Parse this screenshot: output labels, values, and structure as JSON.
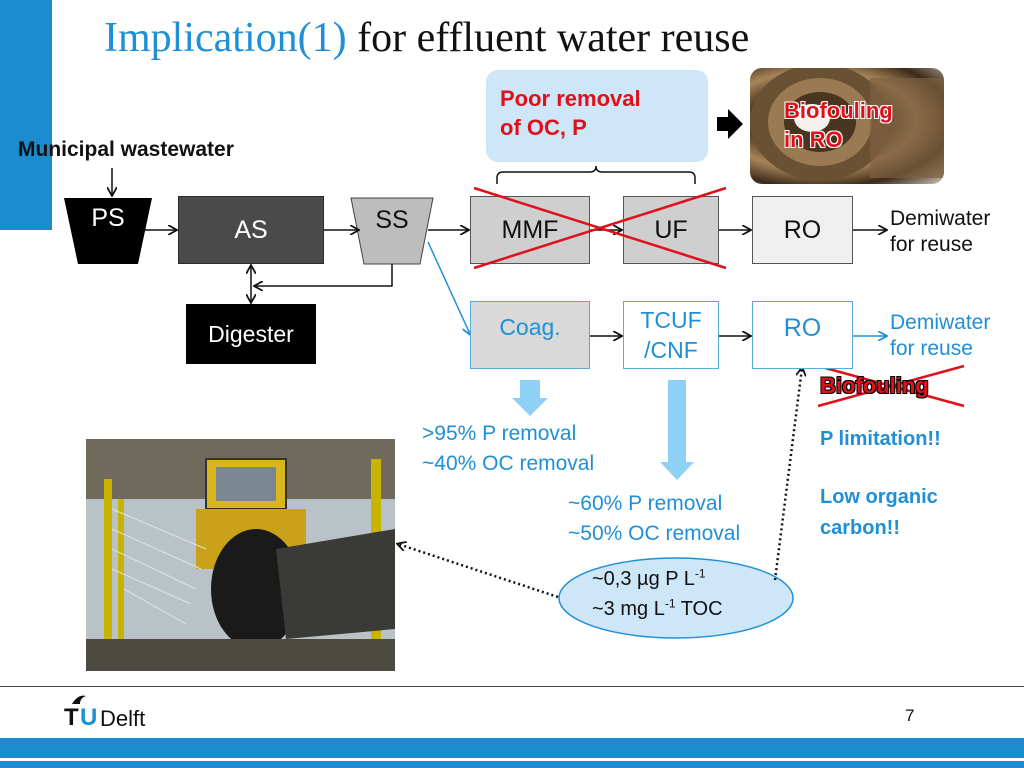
{
  "title": {
    "part1": "Implication(1)",
    "part2": " for effluent water reuse"
  },
  "input_label": "Municipal wastewater",
  "main_line": {
    "ps": "PS",
    "as": "AS",
    "ss": "SS",
    "mmf": "MMF",
    "uf": "UF",
    "ro": "RO",
    "digester": "Digester"
  },
  "callout": {
    "line1": "Poor removal",
    "line2": "of OC, P"
  },
  "ro_photo_label": {
    "line1": "Biofouling",
    "line2": "in RO"
  },
  "demiwater_top": {
    "line1": "Demiwater",
    "line2": "for reuse"
  },
  "alt_line": {
    "coag": "Coag.",
    "tcuf1": "TCUF",
    "tcuf2": "/CNF",
    "ro": "RO"
  },
  "demiwater_alt": {
    "line1": "Demiwater",
    "line2": "for reuse"
  },
  "biofouling_struck": "Biofouling",
  "p_limitation": "P limitation!!",
  "low_organic": "Low organic carbon!!",
  "coag_removal": {
    "line1": ">95% P removal",
    "line2": "~40% OC removal"
  },
  "tcuf_removal": {
    "line1": "~60% P removal",
    "line2": "~50% OC removal"
  },
  "effluent": {
    "p_value": "~0,3 µg P L",
    "p_exp": "-1",
    "toc_prefix": "~3 mg L",
    "toc_exp": "-1",
    "toc_suffix": " TOC"
  },
  "footer": {
    "logo_t": "T",
    "logo_u": "U",
    "logo_delft": "Delft",
    "page": "7"
  },
  "colors": {
    "accent": "#1d8ccf",
    "red": "#e0101a",
    "callout_bg": "#cde7f8"
  }
}
